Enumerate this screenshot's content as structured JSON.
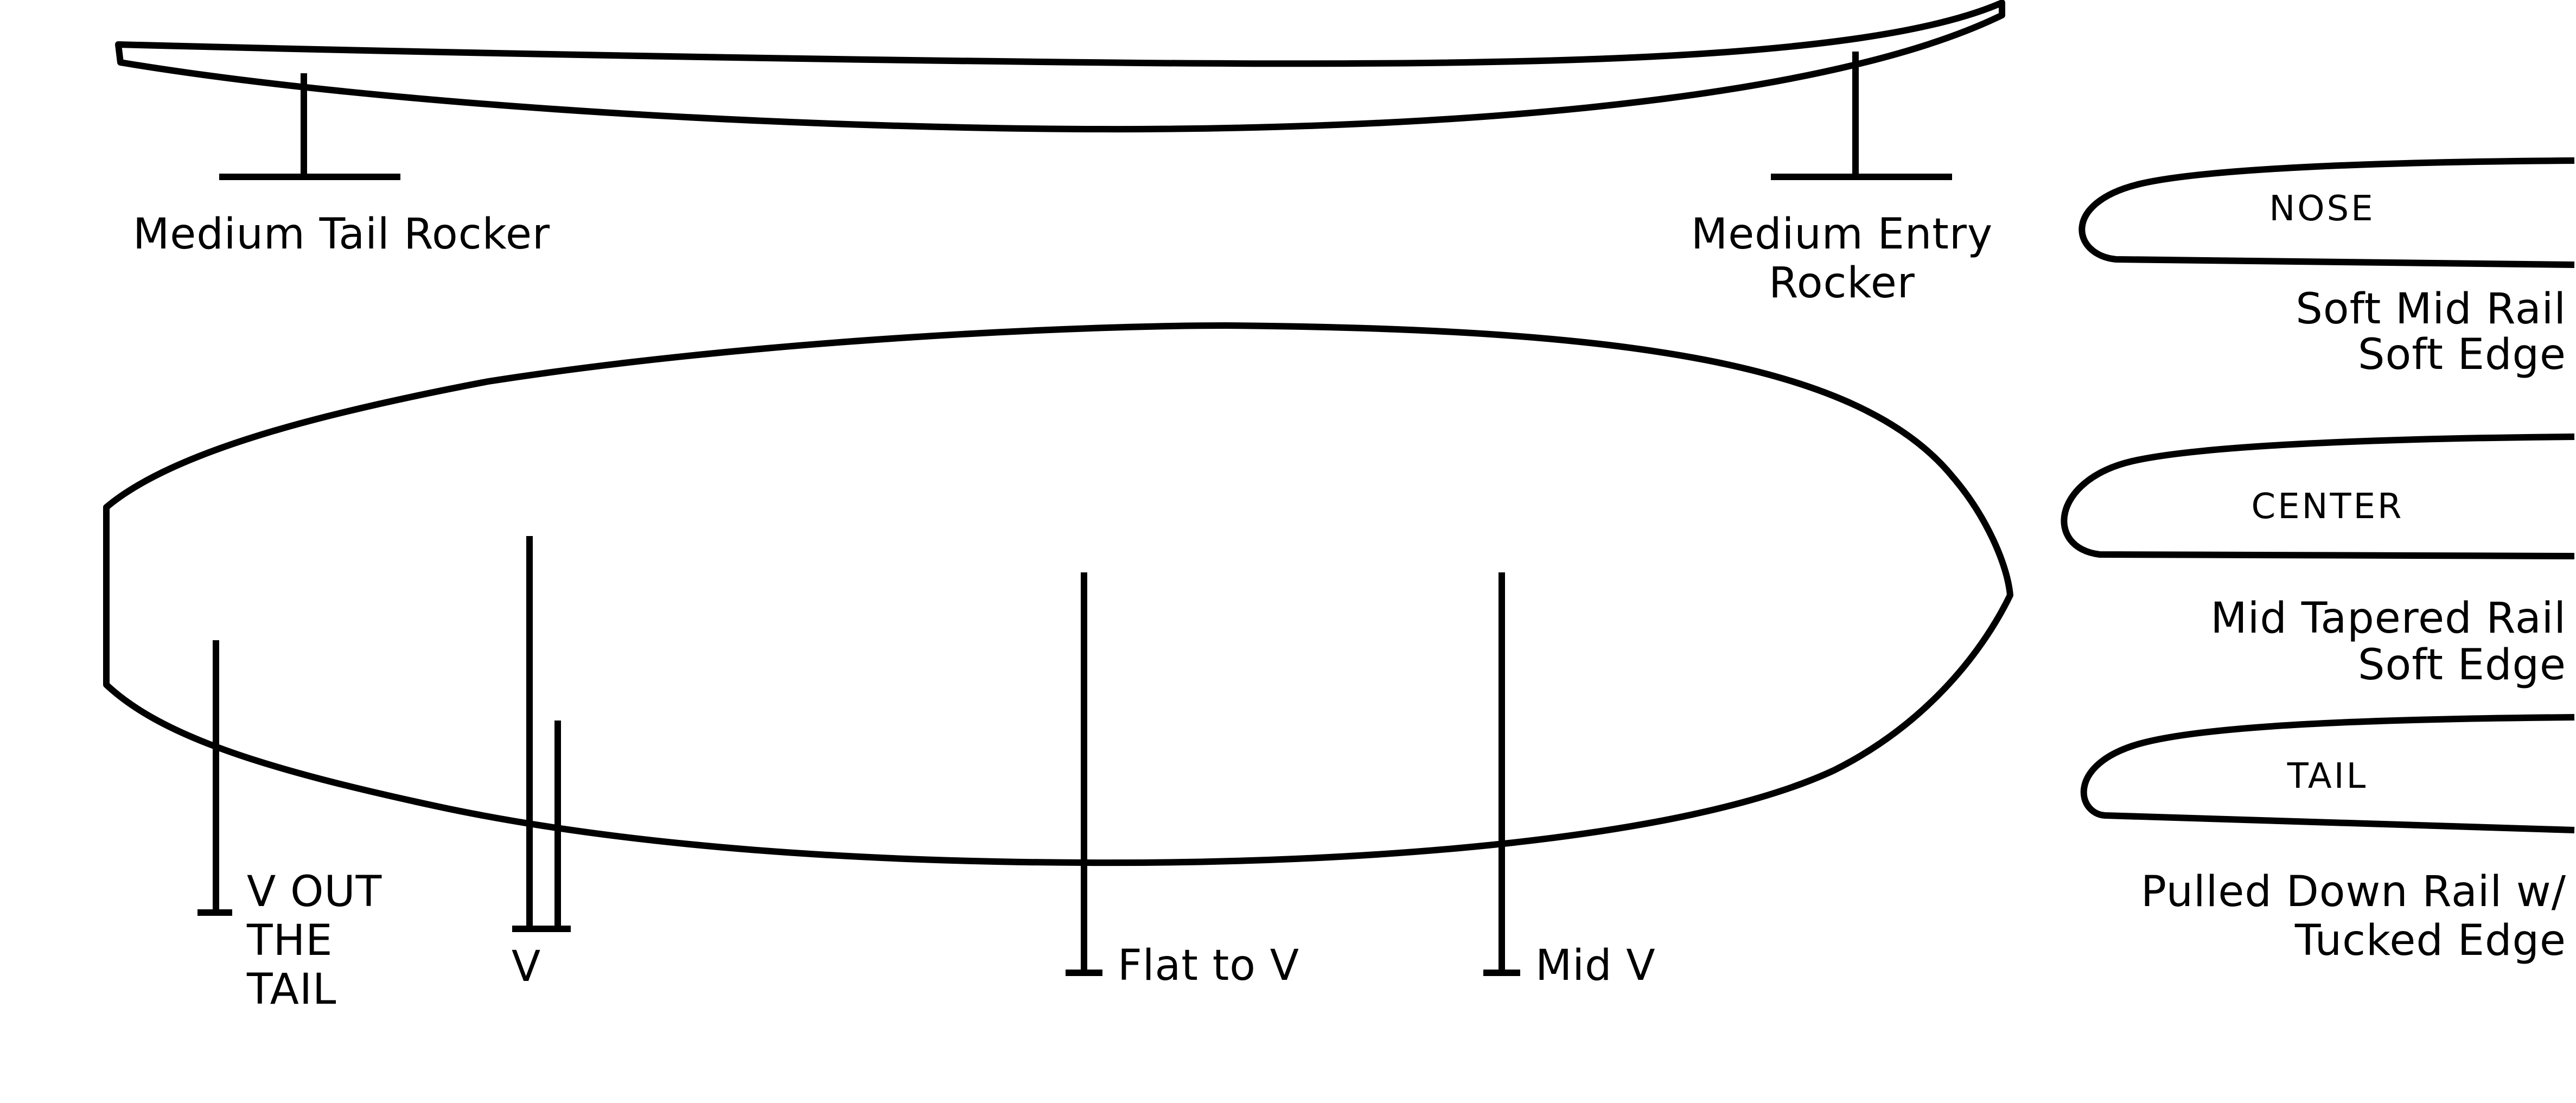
{
  "rocker": {
    "tail_label": "Medium Tail Rocker",
    "entry_label_line1": "Medium Entry",
    "entry_label_line2": "Rocker"
  },
  "rails": {
    "nose": {
      "tag": "NOSE",
      "line1": "Soft Mid Rail",
      "line2": "Soft Edge"
    },
    "center": {
      "tag": "CENTER",
      "line1": "Mid Tapered Rail",
      "line2": "Soft Edge"
    },
    "tail": {
      "tag": "TAIL",
      "line1": "Pulled Down Rail w/",
      "line2": "Tucked Edge"
    }
  },
  "bottom": {
    "v_out_line1": "V OUT",
    "v_out_line2": "THE",
    "v_out_line3": "TAIL",
    "v": "V",
    "flat_to_v": "Flat to V",
    "mid_v": "Mid V"
  },
  "colors": {
    "ink": "#000000",
    "background": "#ffffff"
  }
}
